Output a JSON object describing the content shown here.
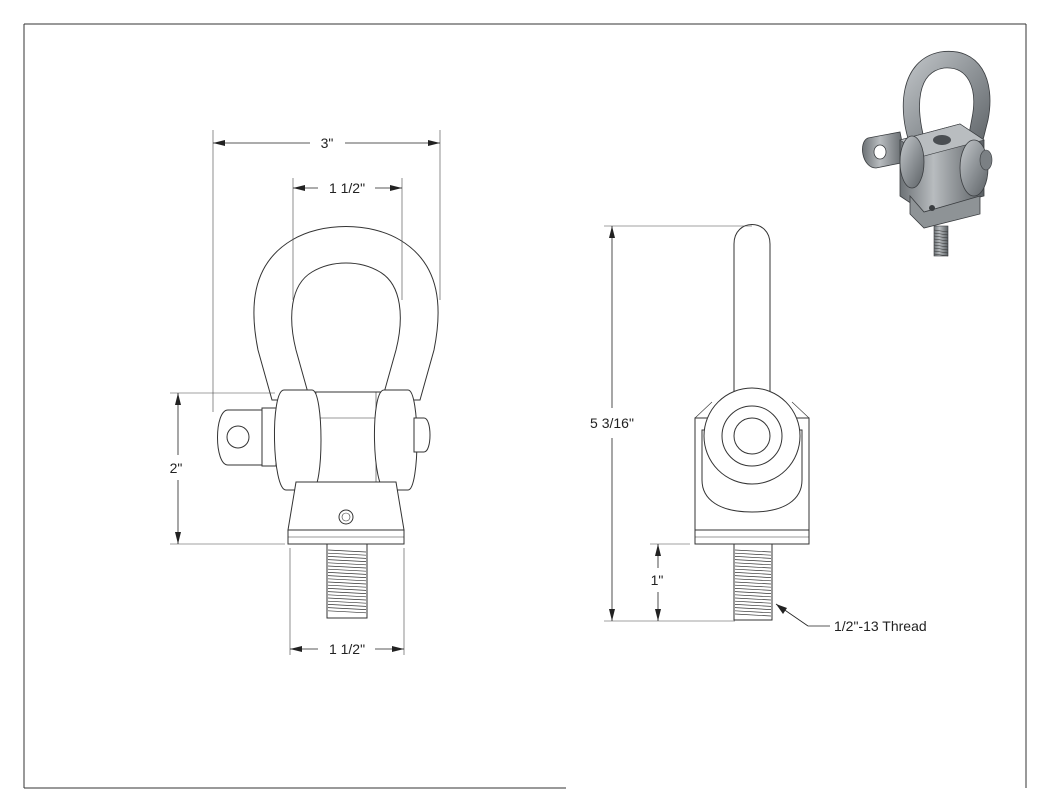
{
  "dimensions": {
    "overall_width": "3\"",
    "shackle_inner_width": "1 1/2\"",
    "body_height": "2\"",
    "base_width": "1 1/2\"",
    "overall_height": "5 3/16\"",
    "thread_length": "1\"",
    "thread_callout": "1/2\"-13 Thread"
  },
  "colors": {
    "line": "#333333",
    "render_metal": "#8f9498",
    "background": "#ffffff"
  }
}
